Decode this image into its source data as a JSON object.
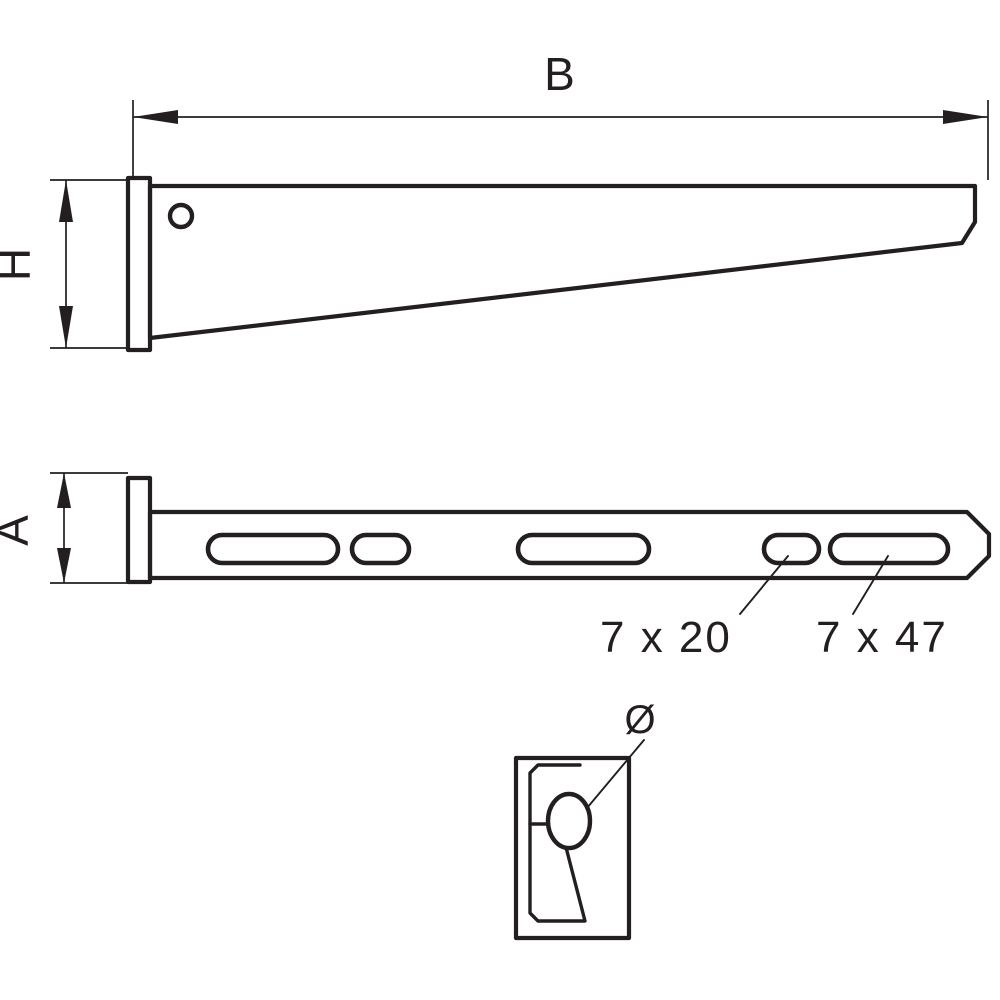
{
  "drawing": {
    "title": "Bracket technical drawing",
    "background_color": "#ffffff",
    "line_color": "#231f20",
    "dimensions": {
      "length_label": "B",
      "height_label": "H",
      "width_label": "A"
    },
    "callouts": {
      "slot_small": "7 x 20",
      "slot_large": "7 x 47",
      "diameter_symbol": "Ø"
    },
    "views": {
      "side_view_name": "side-elevation-view",
      "plan_view_name": "plan-view",
      "detail_view_name": "detail-view"
    }
  }
}
